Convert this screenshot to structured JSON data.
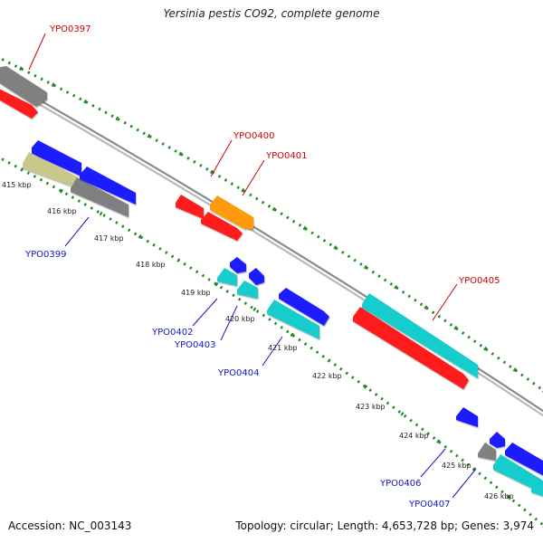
{
  "title": "Yersinia pestis CO92, complete genome",
  "footer": {
    "accession": "Accession: NC_003143",
    "info": "Topology: circular; Length: 4,653,728 bp; Genes: 3,974"
  },
  "colors": {
    "backbone": "#8a8a8a",
    "tick": "#1e8a1e",
    "forward_label": "#d10000",
    "reverse_label": "#1414c8",
    "red": "#ff1a1a",
    "blue": "#1a1aff",
    "cyan": "#19cccc",
    "gray": "#808080",
    "orange": "#ff9a0a",
    "khaki": "#c8c88a"
  },
  "kbp_ticks": [
    "415 kbp",
    "416 kbp",
    "417 kbp",
    "418 kbp",
    "419 kbp",
    "420 kbp",
    "421 kbp",
    "422 kbp",
    "423 kbp",
    "424 kbp",
    "425 kbp",
    "426 kbp"
  ],
  "gene_labels_forward": [
    "YPO0397",
    "YPO0400",
    "YPO0401",
    "YPO0405"
  ],
  "gene_labels_reverse": [
    "YPO0399",
    "YPO0402",
    "YPO0403",
    "YPO0404",
    "YPO0406",
    "YPO0407"
  ],
  "features": [
    {
      "id": "f1",
      "color": "gray"
    },
    {
      "id": "f2",
      "color": "red"
    },
    {
      "id": "f3",
      "color": "blue"
    },
    {
      "id": "f4",
      "color": "khaki"
    },
    {
      "id": "f5",
      "color": "gray"
    },
    {
      "id": "f6",
      "color": "blue"
    },
    {
      "id": "f7",
      "color": "red"
    },
    {
      "id": "f8",
      "color": "orange"
    },
    {
      "id": "f9",
      "color": "red"
    },
    {
      "id": "f10",
      "color": "blue"
    },
    {
      "id": "f11",
      "color": "cyan"
    },
    {
      "id": "f12",
      "color": "blue"
    },
    {
      "id": "f13",
      "color": "cyan"
    },
    {
      "id": "f14",
      "color": "blue"
    },
    {
      "id": "f15",
      "color": "cyan"
    },
    {
      "id": "f16",
      "color": "cyan"
    },
    {
      "id": "f17",
      "color": "red"
    },
    {
      "id": "f18",
      "color": "blue"
    },
    {
      "id": "f19",
      "color": "blue"
    },
    {
      "id": "f20",
      "color": "gray"
    },
    {
      "id": "f21",
      "color": "blue"
    },
    {
      "id": "f22",
      "color": "cyan"
    },
    {
      "id": "f23",
      "color": "cyan"
    }
  ]
}
